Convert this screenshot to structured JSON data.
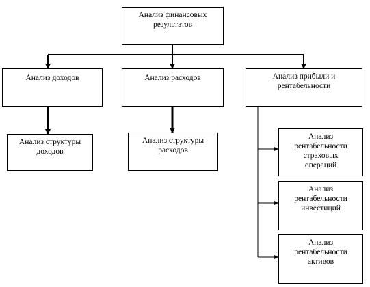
{
  "diagram": {
    "root": "Анализ финансовых\nрезультатов",
    "level1": [
      "Анализ доходов",
      "Анализ расходов",
      "Анализ прибыли и\nрентабельности"
    ],
    "level2": [
      "Анализ структуры\nдоходов",
      "Анализ структуры\nрасходов"
    ],
    "profitability_children": [
      "Анализ\nрентабельности\nстраховых\nопераций",
      "Анализ\nрентабельности\nинвестиций",
      "Анализ\nрентабельности\nактивов"
    ]
  },
  "colors": {
    "line": "#000000",
    "box_border": "#000000",
    "background": "#ffffff"
  }
}
